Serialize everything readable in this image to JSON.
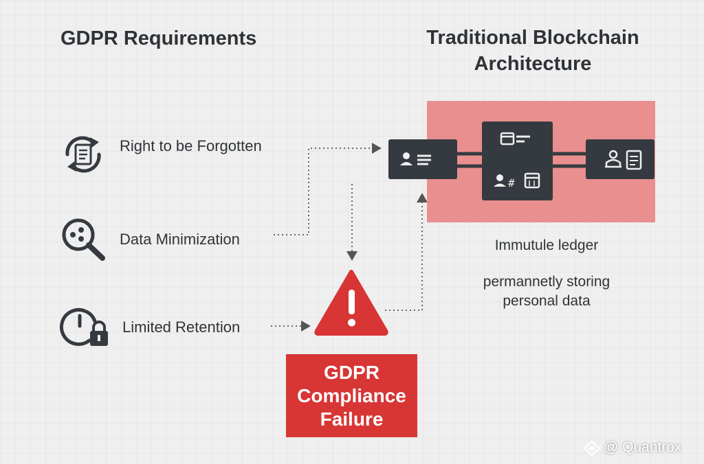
{
  "left_heading": "GDPR Requirements",
  "right_heading": [
    "Traditional Blockchain",
    "Architecture"
  ],
  "requirements": [
    {
      "label": "Right to be Forgotten",
      "icon": "document-cycle-icon"
    },
    {
      "label": "Data Minimization",
      "icon": "magnifier-icon"
    },
    {
      "label": "Limited Retention",
      "icon": "clock-lock-icon"
    }
  ],
  "ledger_caption": "Immutule ledger",
  "storage_caption": [
    "permannetly storing",
    "personal data"
  ],
  "failure_box": [
    "GDPR",
    "Compliance",
    "Failure"
  ],
  "watermark": "@ Quantrox",
  "colors": {
    "dark": "#353a40",
    "chain_background": "#e98f8f",
    "alert_red": "#d83535",
    "text": "#2f3337"
  }
}
